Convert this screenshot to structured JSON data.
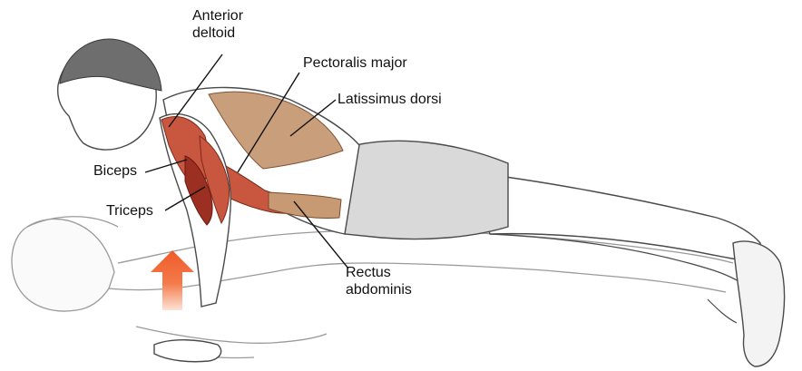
{
  "labels": {
    "anterior_deltoid": [
      "Anterior",
      "deltoid"
    ],
    "pectoralis_major": "Pectoralis major",
    "latissimus_dorsi": "Latissimus dorsi",
    "biceps": "Biceps",
    "triceps": "Triceps",
    "rectus_abdominis": [
      "Rectus",
      "abdominis"
    ]
  },
  "colors": {
    "muscle_red": "#c9573f",
    "muscle_dark": "#9b2f22",
    "muscle_tan": "#c79a74",
    "shorts_gray": "#d9d9d9",
    "arrow_orange": "#f05a2a",
    "outline": "#4a4a4a",
    "ghost_outline": "#9a9a9a"
  },
  "icons": {
    "arrow": "up-arrow-icon"
  }
}
